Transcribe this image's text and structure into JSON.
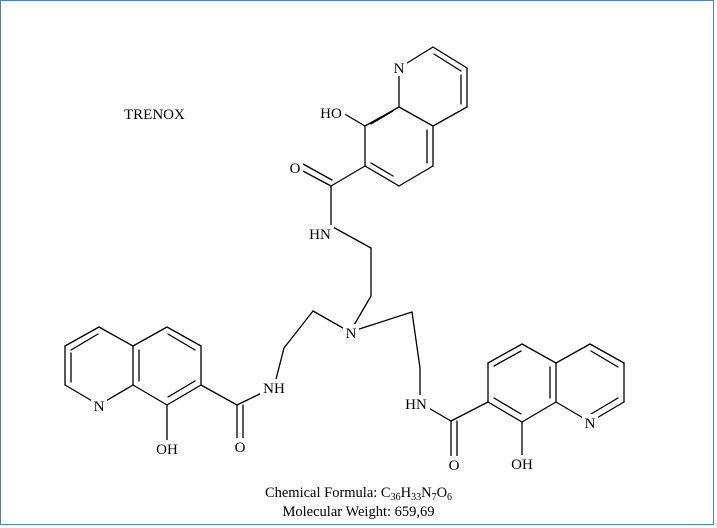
{
  "diagram": {
    "compound_name": "TRENOX",
    "atom_labels": {
      "n_ring_top": "N",
      "oh_top": "HO",
      "o_top": "O",
      "hn_top": "HN",
      "n_center": "N",
      "n_ring_left": "N",
      "nh_left": "NH",
      "oh_left": "OH",
      "o_left": "O",
      "hn_right": "HN",
      "n_ring_right": "N",
      "oh_right": "OH",
      "o_right": "O"
    },
    "formula": {
      "label": "Chemical Formula: ",
      "c": "C",
      "c_count": "36",
      "h": "H",
      "h_count": "33",
      "n": "N",
      "n_count": "7",
      "o": "O",
      "o_count": "6"
    },
    "molecular_weight": "Molecular Weight: 659,69"
  }
}
